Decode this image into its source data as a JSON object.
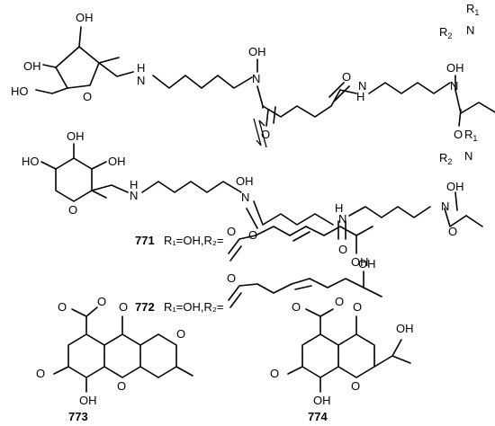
{
  "figure": {
    "atoms": {
      "oh": "OH",
      "ho": "HO",
      "o": "O",
      "n": "N",
      "h": "H",
      "r": "R",
      "one": "1",
      "two": "2",
      "eq": "="
    },
    "compounds": [
      {
        "id": "771",
        "subst": "R₁=OH,R₂="
      },
      {
        "id": "772",
        "subst": "R₁=OH,R₂="
      },
      {
        "id": "773"
      },
      {
        "id": "774"
      }
    ]
  }
}
